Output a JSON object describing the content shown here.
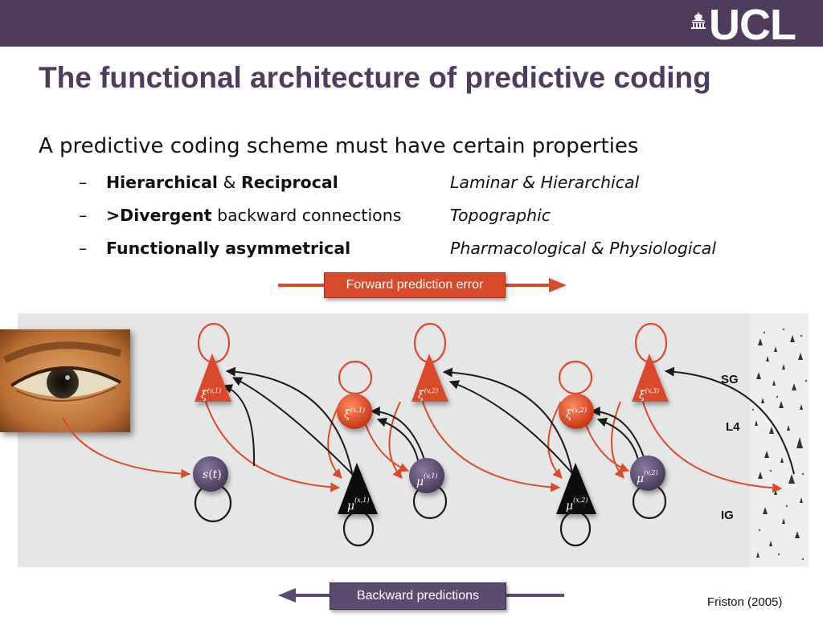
{
  "header": {
    "logo_text": "UCL",
    "brand_color": "#4e3b5d"
  },
  "title": "The functional architecture of predictive coding",
  "lead": "A predictive coding scheme must have certain properties",
  "bullets": [
    {
      "dash": "–",
      "bold_a": "Hierarchical",
      "joiner": " & ",
      "bold_b": "Reciprocal",
      "rest": "",
      "right": "Laminar & Hierarchical"
    },
    {
      "dash": "–",
      "bold_a": ">Divergent",
      "joiner": "",
      "bold_b": "",
      "rest": " backward connections",
      "right": "Topographic"
    },
    {
      "dash": "–",
      "bold_a": "Functionally asymmetrical",
      "joiner": "",
      "bold_b": "",
      "rest": "",
      "right": "Pharmacological & Physiological"
    }
  ],
  "diagram": {
    "forward_label": "Forward prediction error",
    "backward_label": "Backward predictions",
    "layers": {
      "sg": "SG",
      "l4": "L4",
      "ig": "IG"
    },
    "error_color": "#d94a2a",
    "prediction_color": "#1a1a1a",
    "nodes": {
      "s_t": {
        "sym": "s",
        "open": "(",
        "arg": "t",
        "close": ")"
      },
      "xi_v1": {
        "sym": "ξ",
        "sup": "(v,1)"
      },
      "xi_x1": {
        "sym": "ξ",
        "sup": "(x,1)"
      },
      "xi_v2": {
        "sym": "ξ",
        "sup": "(v,2)"
      },
      "xi_x2": {
        "sym": "ξ",
        "sup": "(x,2)"
      },
      "xi_v3": {
        "sym": "ξ",
        "sup": "(v,3)"
      },
      "mu_x1": {
        "sym": "μ",
        "sup": "(x,1)"
      },
      "mu_v1": {
        "sym": "μ",
        "sup": "(v,1)"
      },
      "mu_x2": {
        "sym": "μ",
        "sup": "(x,2)"
      },
      "mu_v2": {
        "sym": "μ",
        "sup": "(v,2)"
      }
    }
  },
  "citation": "Friston (2005)"
}
